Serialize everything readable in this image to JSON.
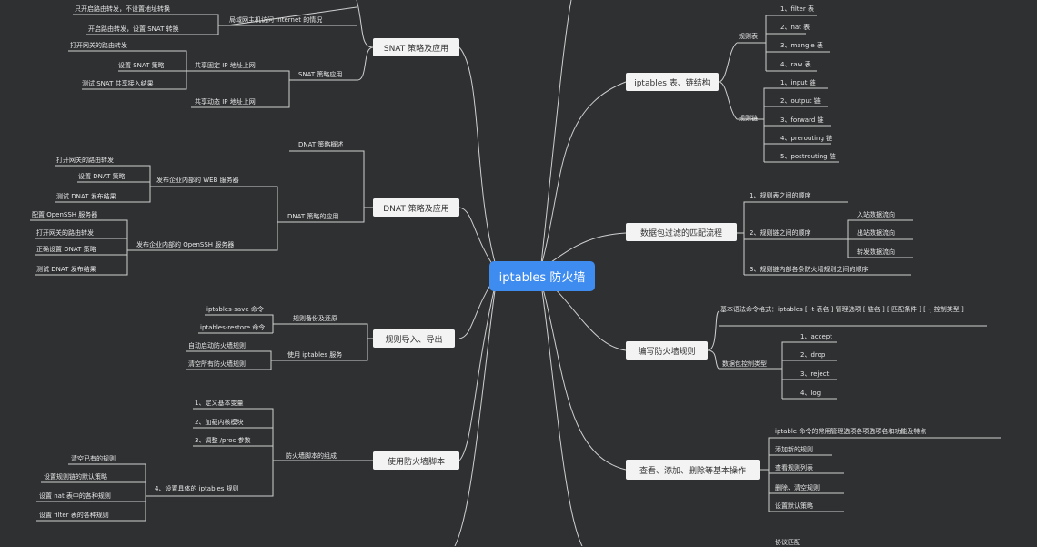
{
  "root": "iptables 防火墙",
  "right": {
    "table_chain": {
      "title": "iptables 表、链结构",
      "tables_label": "规则表",
      "tables": [
        "1、filter 表",
        "2、nat 表",
        "3、mangle 表",
        "4、raw 表"
      ],
      "chains_label": "规则链",
      "chains": [
        "1、input 链",
        "2、output 链",
        "3、forward 链",
        "4、prerouting 链",
        "5、postrouting 链"
      ]
    },
    "match_flow": {
      "title": "数据包过滤的匹配流程",
      "items": [
        "1、规则表之间的顺序",
        "2、规则链之间的顺序",
        "3、规则链内部各条防火墙规则之间的顺序"
      ],
      "chain_flows": [
        "入站数据流向",
        "出站数据流向",
        "转发数据流向"
      ]
    },
    "write_rules": {
      "title": "编写防火墙规则",
      "syntax": "基本语法命令格式：iptables [ -t 表名 ] 管理选项 [ 链名 ] [ 匹配条件 ] [ -j 控制类型 ]",
      "control_label": "数据包控制类型",
      "controls": [
        "1、accept",
        "2、drop",
        "3、reject",
        "4、log"
      ]
    },
    "basic_ops": {
      "title": "查看、添加、删除等基本操作",
      "items": [
        "iptable 命令的常用管理选项各项选项名和功能及特点",
        "添加新的规则",
        "查看规则列表",
        "删除、清空规则",
        "设置默认策略"
      ]
    },
    "bottom_partial": "协议匹配"
  },
  "left": {
    "snat": {
      "title": "SNAT 策略及应用",
      "lan_internet": "局域网主机访问 Internet 的情况",
      "lan_items": [
        "只开启路由转发，不设置地址转换",
        "开启路由转发，设置 SNAT 转换"
      ],
      "app_label": "SNAT 策略应用",
      "fixed_ip": "共享固定 IP 地址上网",
      "fixed_items": [
        "打开网关的路由转发",
        "设置 SNAT 策略",
        "测试 SNAT 共享接入结果"
      ],
      "dynamic_ip": "共享动态 IP 地址上网"
    },
    "dnat": {
      "title": "DNAT 策略及应用",
      "overview": "DNAT 策略概述",
      "app_label": "DNAT 策略的应用",
      "web": "发布企业内部的 WEB 服务器",
      "web_items": [
        "打开网关的路由转发",
        "设置 DNAT 策略",
        "测试 DNAT 发布结果"
      ],
      "ssh": "发布企业内部的 OpenSSH 服务器",
      "ssh_items": [
        "配置 OpenSSH 服务器",
        "打开网关的路由转发",
        "正确设置 DNAT 策略",
        "测试 DNAT 发布结果"
      ]
    },
    "import_export": {
      "title": "规则导入、导出",
      "backup": "规则备份及还原",
      "backup_items": [
        "iptables-save 命令",
        "iptables-restore 命令"
      ],
      "service": "使用 iptables 服务",
      "service_items": [
        "自动启动防火墙规则",
        "清空所有防火墙规则"
      ]
    },
    "script": {
      "title": "使用防火墙脚本",
      "composition": "防火墙脚本的组成",
      "comp_items": [
        "1、定义基本变量",
        "2、加载内核模块",
        "3、调整 /proc 参数"
      ],
      "specific": "4、设置具体的 iptables 规则",
      "specific_items": [
        "清空已有的规则",
        "设置规则链的默认策略",
        "设置 nat 表中的各种规则",
        "设置 filter 表的各种规则"
      ]
    }
  }
}
